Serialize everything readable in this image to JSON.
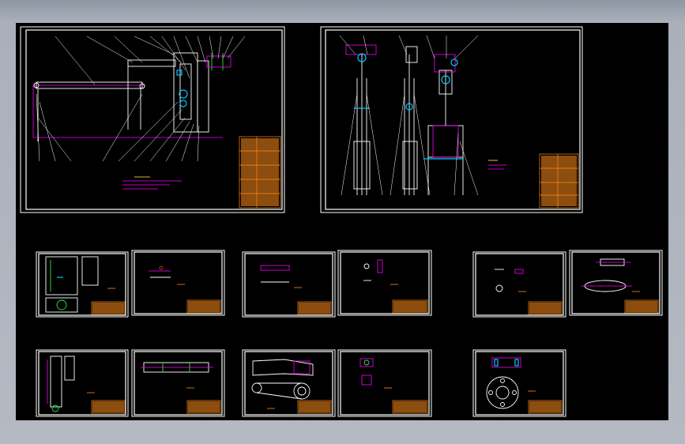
{
  "app": {
    "background_color": "#000000",
    "chrome_color": "#aab0ba"
  },
  "colors": {
    "outline": "#ffffff",
    "title_block": "#ff8c1a",
    "accent_magenta": "#ff00ff",
    "accent_cyan": "#00c8ff",
    "accent_green": "#2ee63c",
    "accent_yellow": "#ffff40"
  },
  "sheets": [
    {
      "id": "assembly-a",
      "kind": "assembly"
    },
    {
      "id": "assembly-b",
      "kind": "assembly"
    },
    {
      "id": "part-1",
      "kind": "part"
    },
    {
      "id": "part-2",
      "kind": "part"
    },
    {
      "id": "part-3",
      "kind": "part"
    },
    {
      "id": "part-4",
      "kind": "part"
    },
    {
      "id": "part-5",
      "kind": "part"
    },
    {
      "id": "part-6",
      "kind": "part"
    },
    {
      "id": "part-7",
      "kind": "part"
    },
    {
      "id": "part-8",
      "kind": "part"
    },
    {
      "id": "part-9",
      "kind": "part"
    },
    {
      "id": "part-10",
      "kind": "part"
    },
    {
      "id": "part-11",
      "kind": "part"
    }
  ],
  "icons": [
    "drawing-sheet-icon",
    "title-block-icon"
  ]
}
